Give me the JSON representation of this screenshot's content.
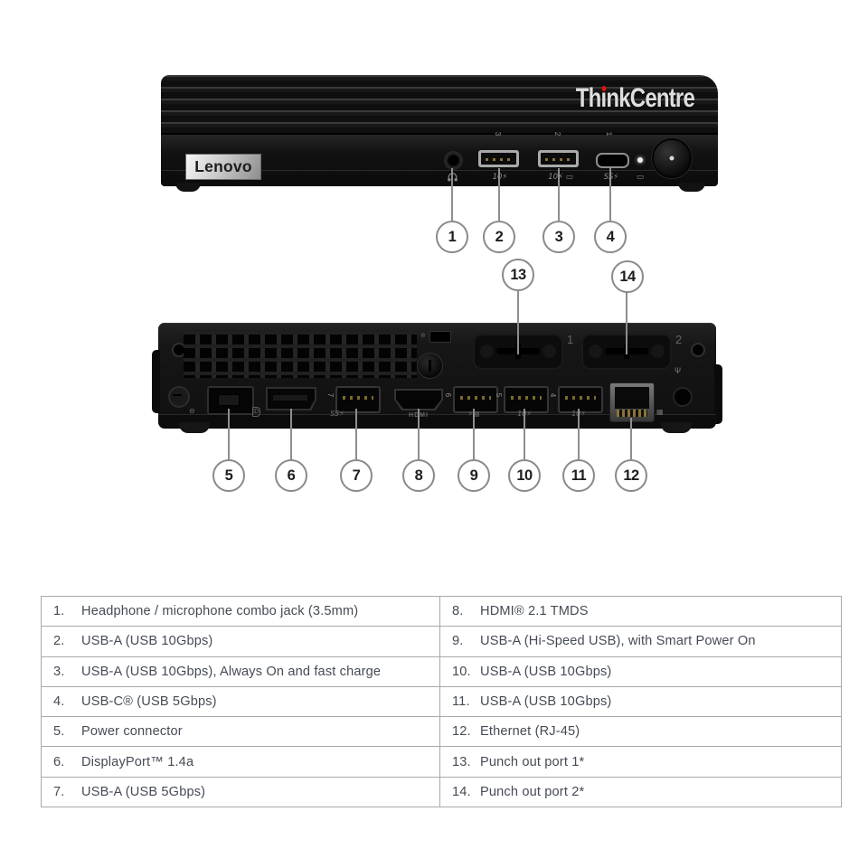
{
  "front": {
    "brand": "Lenovo",
    "model": "ThinkCentre",
    "port_num_3": "3",
    "port_num_2": "2",
    "port_num_1": "1",
    "usb2_speed": "10⚡",
    "usb3_speed": "10⚡ ▭",
    "usbc_speed": "SS⚡",
    "hdd_led_icon": "▭"
  },
  "back": {
    "punchout_1": "1",
    "punchout_2": "2",
    "port_num_7": "7",
    "port_num_6": "6",
    "port_num_5": "5",
    "port_num_4": "4",
    "dc_icon": "⊖",
    "dp_icon": "D",
    "usb7_speed": "SS⚡",
    "hdmi_label": "HDMI",
    "usb9_icons": "⚡▤",
    "usb10_speed": "10⚡",
    "usb11_speed": "10⚡",
    "net_icon": "▦",
    "antenna_icon": "Ψ",
    "kensington_icon": "⊕"
  },
  "callouts": {
    "front_nums": [
      "1",
      "2",
      "3",
      "4"
    ],
    "punch_nums": [
      "13",
      "14"
    ],
    "back_nums": [
      "5",
      "6",
      "7",
      "8",
      "9",
      "10",
      "11",
      "12"
    ]
  },
  "table": {
    "rows_left": [
      {
        "num": "1.",
        "label": "Headphone / microphone combo jack (3.5mm)"
      },
      {
        "num": "2.",
        "label": "USB-A (USB 10Gbps)"
      },
      {
        "num": "3.",
        "label": "USB-A (USB 10Gbps), Always On and fast charge"
      },
      {
        "num": "4.",
        "label": "USB-C® (USB 5Gbps)"
      },
      {
        "num": "5.",
        "label": "Power connector"
      },
      {
        "num": "6.",
        "label": "DisplayPort™ 1.4a"
      },
      {
        "num": "7.",
        "label": "USB-A (USB 5Gbps)"
      }
    ],
    "rows_right": [
      {
        "num": "8.",
        "label": "HDMI® 2.1 TMDS"
      },
      {
        "num": "9.",
        "label": "USB-A (Hi-Speed USB), with Smart Power On"
      },
      {
        "num": "10.",
        "label": "USB-A (USB 10Gbps)"
      },
      {
        "num": "11.",
        "label": "USB-A (USB 10Gbps)"
      },
      {
        "num": "12.",
        "label": "Ethernet (RJ-45)"
      },
      {
        "num": "13.",
        "label": "Punch out port 1*"
      },
      {
        "num": "14.",
        "label": "Punch out port 2*"
      }
    ]
  },
  "colors": {
    "accent_red": "#e1140a",
    "chassis_black": "#141414",
    "line_gray": "#8e8e8e",
    "table_border": "#a9a9a9",
    "table_text": "#454b55"
  }
}
